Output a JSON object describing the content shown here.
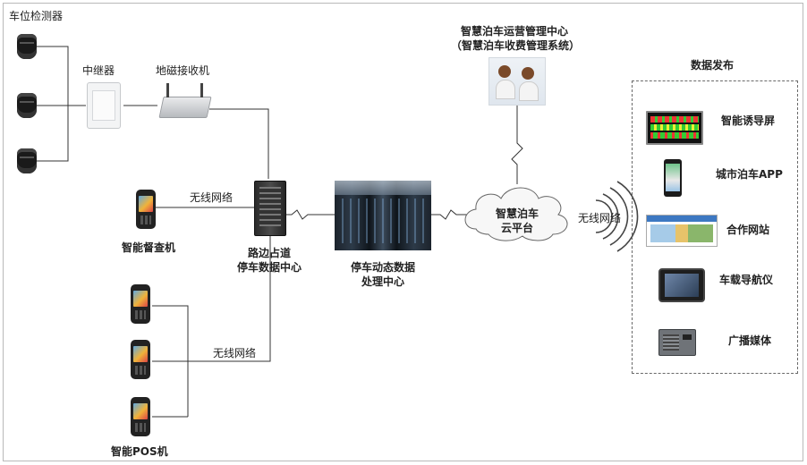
{
  "labels": {
    "vehicle_detector": "车位检测器",
    "repeater": "中继器",
    "geomagnetic_receiver": "地磁接收机",
    "wireless_top": "无线网络",
    "smart_inspector_handheld": "智能督查机",
    "roadside_center_line1": "路边占道",
    "roadside_center_line2": "停车数据中心",
    "dynamic_center_line1": "停车动态数据",
    "dynamic_center_line2": "处理中心",
    "wireless_bottom": "无线网络",
    "smart_pos": "智能POS机",
    "ops_center_line1": "智慧泊车运营管理中心",
    "ops_center_line2": "（智慧泊车收费管理系统）",
    "cloud_line1": "智慧泊车",
    "cloud_line2": "云平台",
    "wireless_right": "无线网络",
    "publish_title": "数据发布"
  },
  "publish_items": [
    {
      "label": "智能诱导屏",
      "icon": "guidance-screen-icon"
    },
    {
      "label": "城市泊车APP",
      "icon": "smartphone-icon"
    },
    {
      "label": "合作网站",
      "icon": "website-icon"
    },
    {
      "label": "车载导航仪",
      "icon": "car-navigator-icon"
    },
    {
      "label": "广播媒体",
      "icon": "radio-icon"
    }
  ],
  "colors": {
    "line": "#333333",
    "border": "#b9b9b9",
    "dashed_border": "#6a6a6a",
    "cloud_fill": "#f7f7f7"
  }
}
